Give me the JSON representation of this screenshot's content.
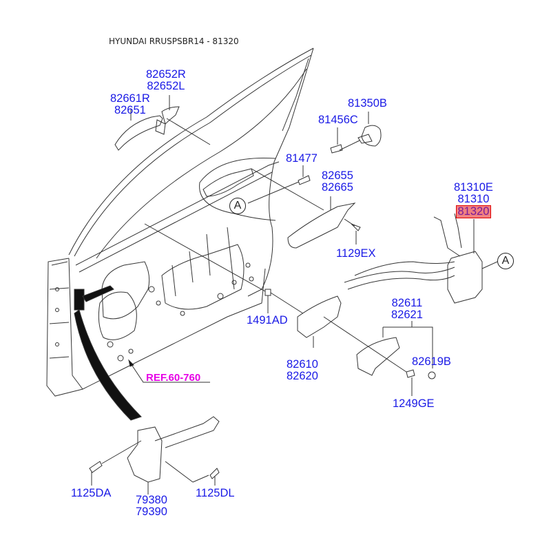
{
  "title": "HYUNDAI RRUSPSBR14 - 81320",
  "highlight_color": "#f08080",
  "label_color": "#1a1ae6",
  "reference_color": "#e600e6",
  "callouts": {
    "outside_handle": [
      "82661R",
      "82651"
    ],
    "handle_cover": [
      "82652R",
      "82652L"
    ],
    "striker": "81350B",
    "striker_screw": "81456C",
    "bolt_81477": "81477",
    "handle_bracket": [
      "82655",
      "82665"
    ],
    "bracket_bolt": "1129EX",
    "latch": [
      "81310E",
      "81310",
      "81320"
    ],
    "clip": "1491AD",
    "inside_handle": [
      "82610",
      "82620"
    ],
    "inside_handle_cover": [
      "82611",
      "82621"
    ],
    "plug": "82619B",
    "screw_1249": "1249GE",
    "checker_bolt_a": "1125DA",
    "checker": [
      "79380",
      "79390"
    ],
    "checker_bolt_l": "1125DL"
  },
  "reference": "REF.60-760",
  "detail_marker": "A",
  "highlighted_part": "81320"
}
